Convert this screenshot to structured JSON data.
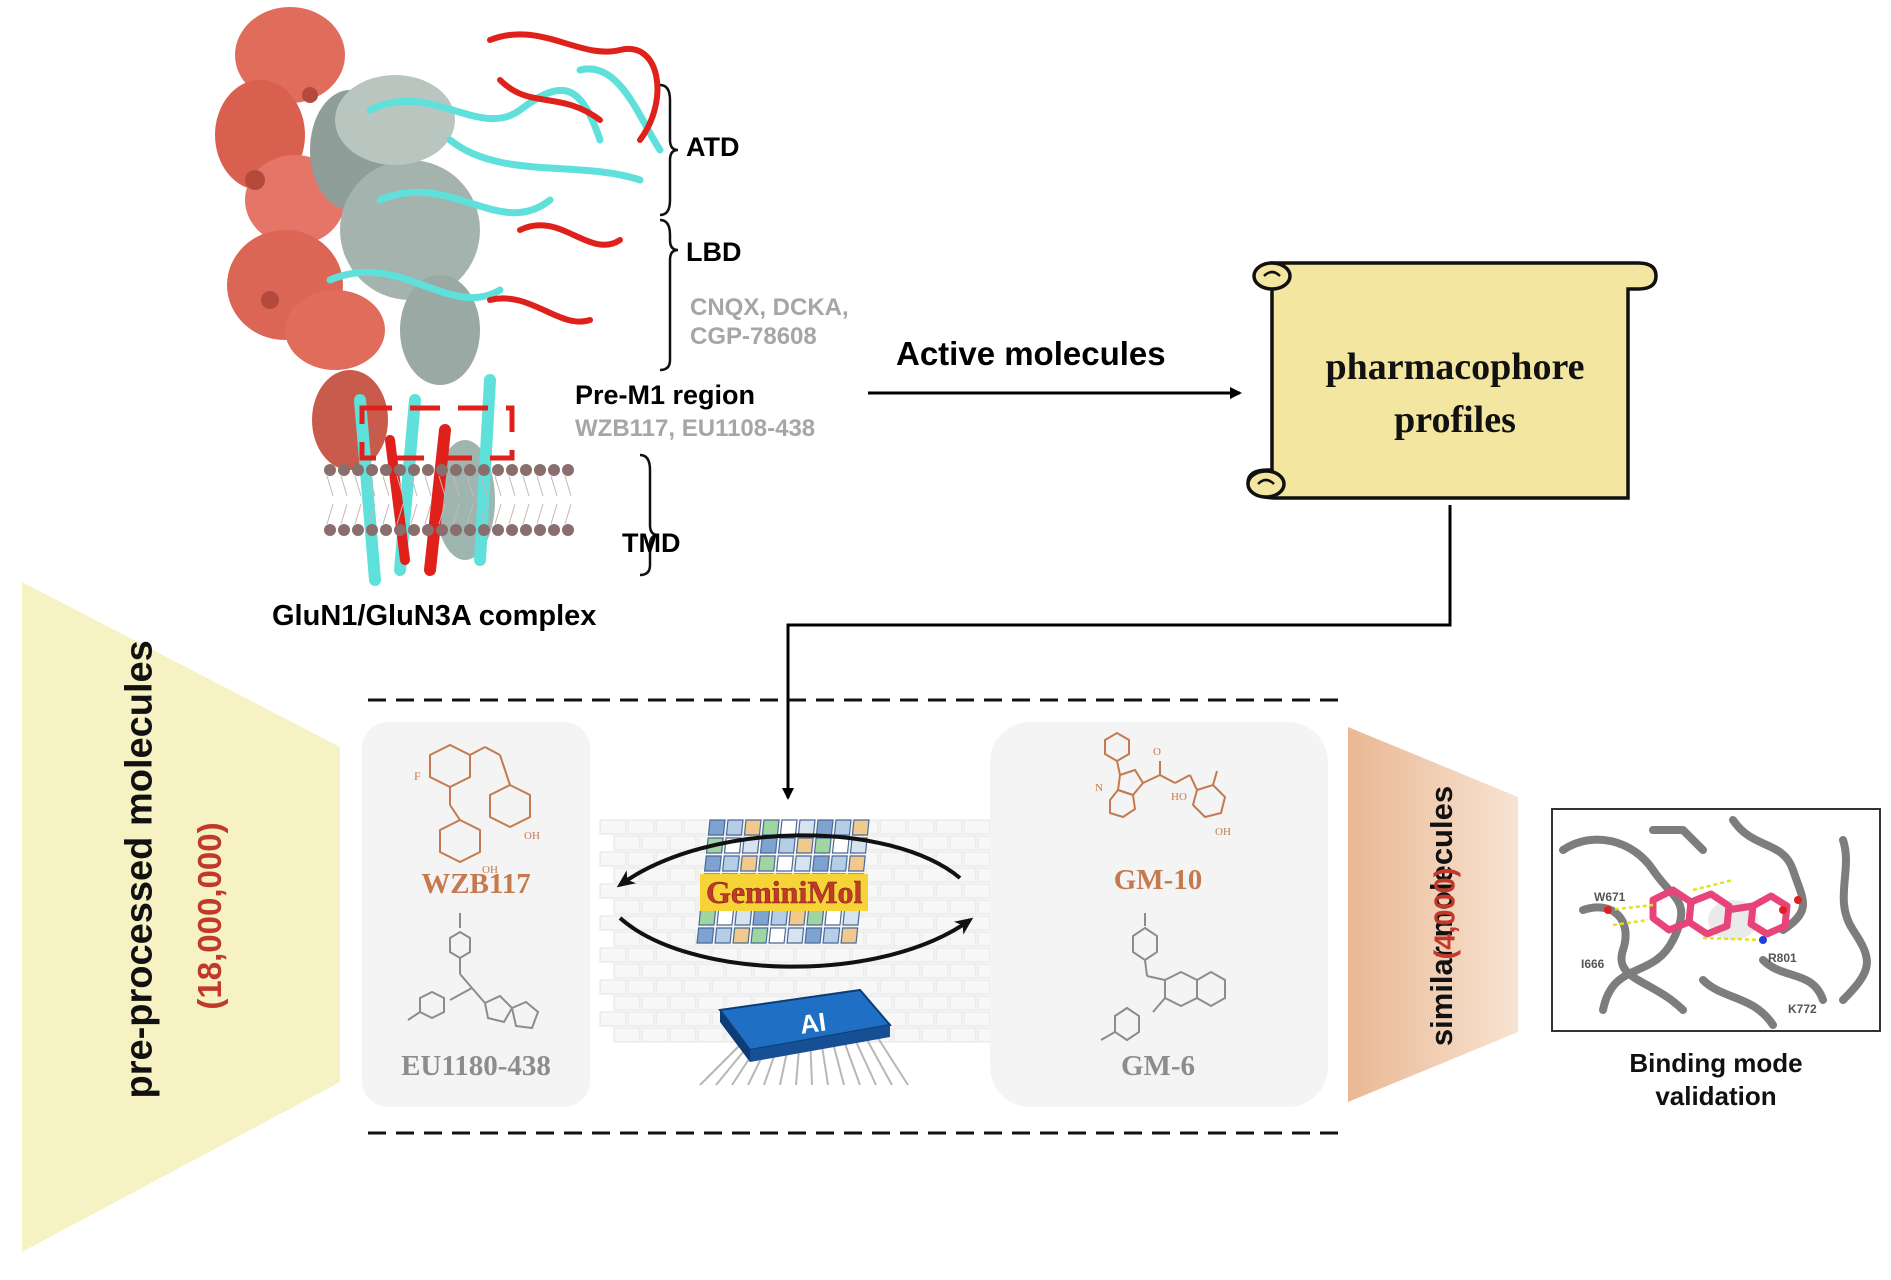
{
  "structure": {
    "domains": [
      "ATD",
      "LBD",
      "TMD"
    ],
    "lbd_ligands": [
      "CNQX, DCKA,",
      "CGP-78608"
    ],
    "pre_m1": {
      "title": "Pre-M1 region",
      "ligands": "WZB117, EU1108-438"
    },
    "complex_label": "GluN1/GluN3A complex"
  },
  "flow": {
    "active_label": "Active molecules",
    "scroll_line1": "pharmacophore",
    "scroll_line2": "profiles"
  },
  "funnel_left": {
    "label": "pre-processed molecules",
    "count": "(18,000,000)"
  },
  "references": [
    {
      "name": "WZB117"
    },
    {
      "name": "EU1180-438"
    }
  ],
  "model": {
    "name": "GeminiMol",
    "chip": "AI"
  },
  "hits": [
    {
      "name": "GM-10"
    },
    {
      "name": "GM-6"
    }
  ],
  "funnel_right": {
    "label": "similar molecules",
    "count": "(4,000)"
  },
  "validation": {
    "residues": [
      "W671",
      "I666",
      "R801",
      "K772"
    ],
    "caption_line1": "Binding mode",
    "caption_line2": "validation"
  },
  "colors": {
    "scroll_fill": "#f2e6a0",
    "funnel_left": "#f7f2c4",
    "funnel_right": "#f0c9a8",
    "count_red": "#c0392b",
    "ref_orange": "#c47a4e",
    "ref_grey": "#8c8c8c",
    "protein_surface": "#e06c5c",
    "protein_grey": "#8f9e98",
    "helix_cyan": "#5fe0da",
    "helix_red": "#e0201a"
  }
}
